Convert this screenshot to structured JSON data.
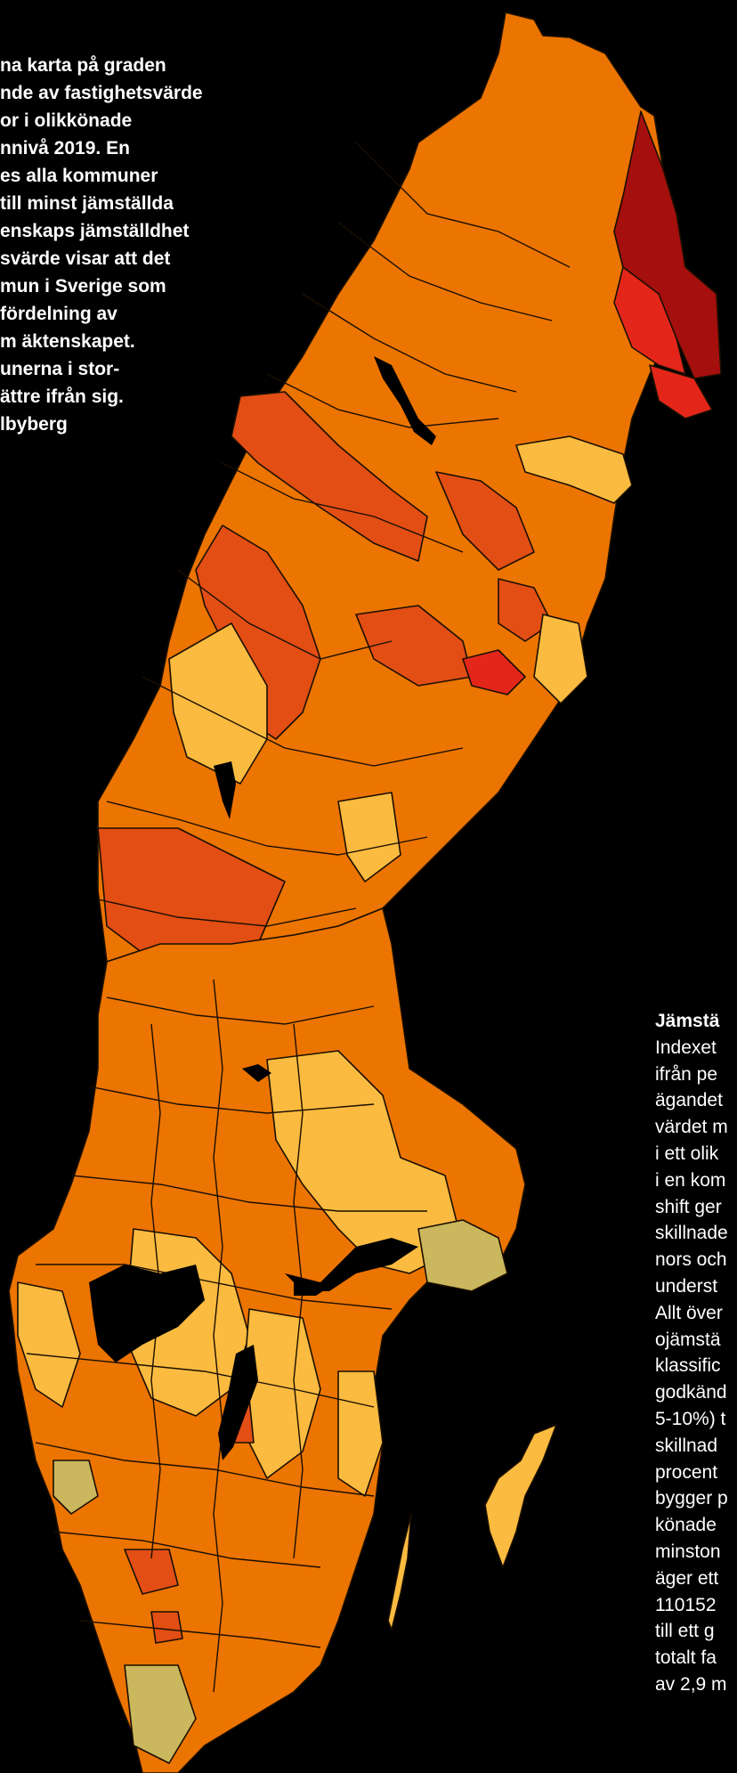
{
  "intro_lines": [
    "na karta på graden",
    "nde av fastighetsvärde",
    "or i olikkönade",
    "nnivå 2019. En",
    "es alla kommuner",
    "till minst jämställda",
    "enskaps jämställdhet",
    "svärde visar att det",
    "mun i Sverige som",
    "fördelning av",
    "m äktenskapet.",
    "unerna i stor-",
    "ättre ifrån sig.",
    "lbyberg"
  ],
  "side_heading": "Jämstä",
  "side_lines": [
    "Indexet",
    "ifrån pe",
    "ägandet",
    "värdet m",
    "i ett olik",
    "i en kom",
    "shift ger",
    "skillnade",
    "nors och",
    "underst",
    "Allt över",
    "ojämstä",
    "klassific",
    "godkänd",
    "5-10%) t",
    "skillnad",
    "procent",
    "bygger p",
    "könade",
    "minston",
    "äger ett",
    "110152",
    "till ett g",
    "totalt fa",
    "av 2,9 m"
  ],
  "colors": {
    "background": "#000000",
    "darkest_red": "#a50f0d",
    "red": "#e4261a",
    "red_orange": "#e24e14",
    "orange": "#ec7400",
    "light_orange": "#fbbb40",
    "olive": "#cbb75d"
  }
}
